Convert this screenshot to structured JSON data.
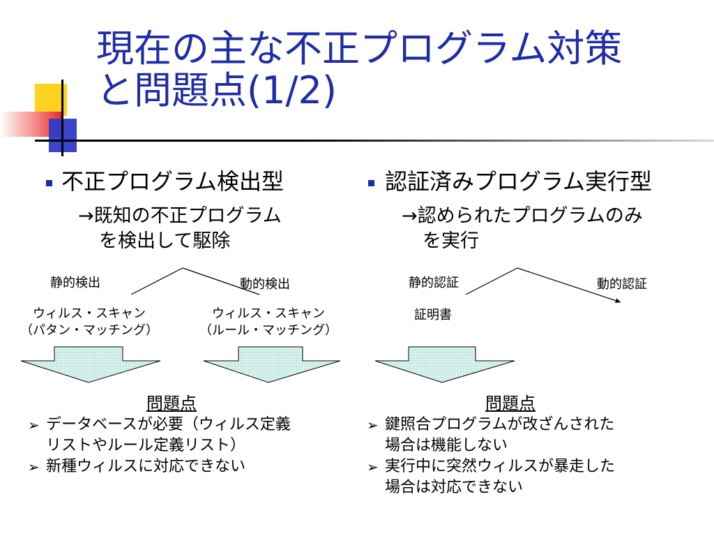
{
  "title": {
    "line1": "現在の主な不正プログラム対策",
    "line2": "と問題点(1/2)"
  },
  "left": {
    "heading": "不正プログラム検出型",
    "desc_line1": "→既知の不正プログラム",
    "desc_line2": "を検出して駆除",
    "branch_static": "静的検出",
    "branch_dynamic": "動的検出",
    "leaf_static_line1": "ウィルス・スキャン",
    "leaf_static_line2": "（パタン・マッチング）",
    "leaf_dynamic_line1": "ウィルス・スキャン",
    "leaf_dynamic_line2": "（ルール・マッチング）",
    "problem_label": "問題点",
    "points": [
      {
        "line1": "データベースが必要（ウィルス定義",
        "line2": "リストやルール定義リスト）"
      },
      {
        "line1": "新種ウィルスに対応できない",
        "line2": ""
      }
    ]
  },
  "right": {
    "heading": "認証済みプログラム実行型",
    "desc_line1": "→認められたプログラムのみ",
    "desc_line2": "を実行",
    "branch_static": "静的認証",
    "branch_dynamic": "動的認証",
    "leaf_static": "証明書",
    "problem_label": "問題点",
    "points": [
      {
        "line1": "鍵照合プログラムが改ざんされた",
        "line2": "場合は機能しない"
      },
      {
        "line1": "実行中に突然ウィルスが暴走した",
        "line2": "場合は対応できない"
      }
    ]
  },
  "colors": {
    "title": "#1e2ca8",
    "accent_yellow": "#ffd21f",
    "accent_blue": "#2e3cc8",
    "accent_red": "#ee2b2b",
    "arrow_fill": "#d8f2ee"
  },
  "icons": {
    "bullet": "square-bullet-icon",
    "point": "arrowhead-bullet-icon",
    "down_arrow": "down-arrow-icon"
  }
}
